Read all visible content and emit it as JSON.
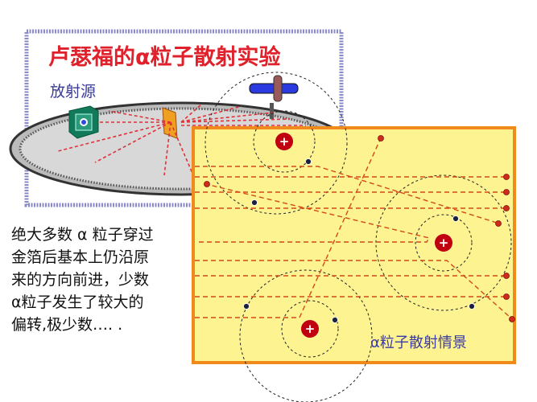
{
  "slide": {
    "title": "卢瑟福的α粒子散射实验",
    "source_label": "放射源",
    "scene_label": "α粒子散射情景",
    "description_lines": [
      "绝大多数 α 粒子穿过",
      "金箔后基本上仍沿原",
      "来的方向前进，少数",
      "α粒子发生了较大的",
      "偏转,极少数…. ."
    ],
    "nucleus_symbol": "+",
    "electron_symbol": "−",
    "colors": {
      "title": "#e0202a",
      "source_label": "#3a3a9a",
      "scene_label": "#3a3aa8",
      "panel_bg": "#fdf391",
      "panel_border": "#f08a1c",
      "frame_border": "#8a8ac8",
      "path": "#d24a1a",
      "nucleus": "#c00010"
    }
  }
}
